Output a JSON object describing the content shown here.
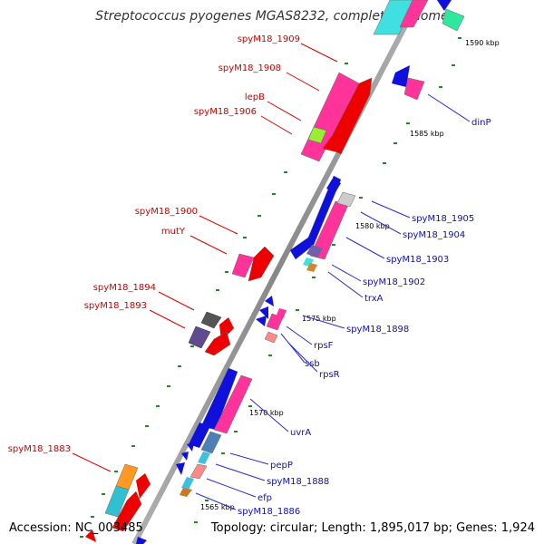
{
  "title": "Streptococcus pyogenes MGAS8232, complete genome",
  "footer": {
    "accession": "Accession: NC_003485",
    "topology": "Topology: circular; Length: 1,895,017 bp; Genes: 1,924"
  },
  "kbp_labels": [
    "1590 kbp",
    "1585 kbp",
    "1580 kbp",
    "1575 kbp",
    "1570 kbp",
    "1565 kbp"
  ],
  "red_labels": [
    "spyM18_1909",
    "spyM18_1908",
    "lepB",
    "spyM18_1906",
    "spyM18_1900",
    "mutY",
    "spyM18_1894",
    "spyM18_1893",
    "spyM18_1883"
  ],
  "blue_labels": [
    "dinP",
    "spyM18_1905",
    "spyM18_1904",
    "spyM18_1903",
    "spyM18_1902",
    "trxA",
    "spyM18_1898",
    "rpsF",
    "ssb",
    "rpsR",
    "uvrA",
    "pepP",
    "spyM18_1888",
    "efp",
    "spyM18_1886"
  ],
  "colors": {
    "forward_strand": "#ee0000",
    "reverse_strand": "#1010dd",
    "forward_label": "#cc0000",
    "reverse_label": "#1010b0",
    "backbone": "#888888",
    "tick": "#1f8a1f"
  }
}
